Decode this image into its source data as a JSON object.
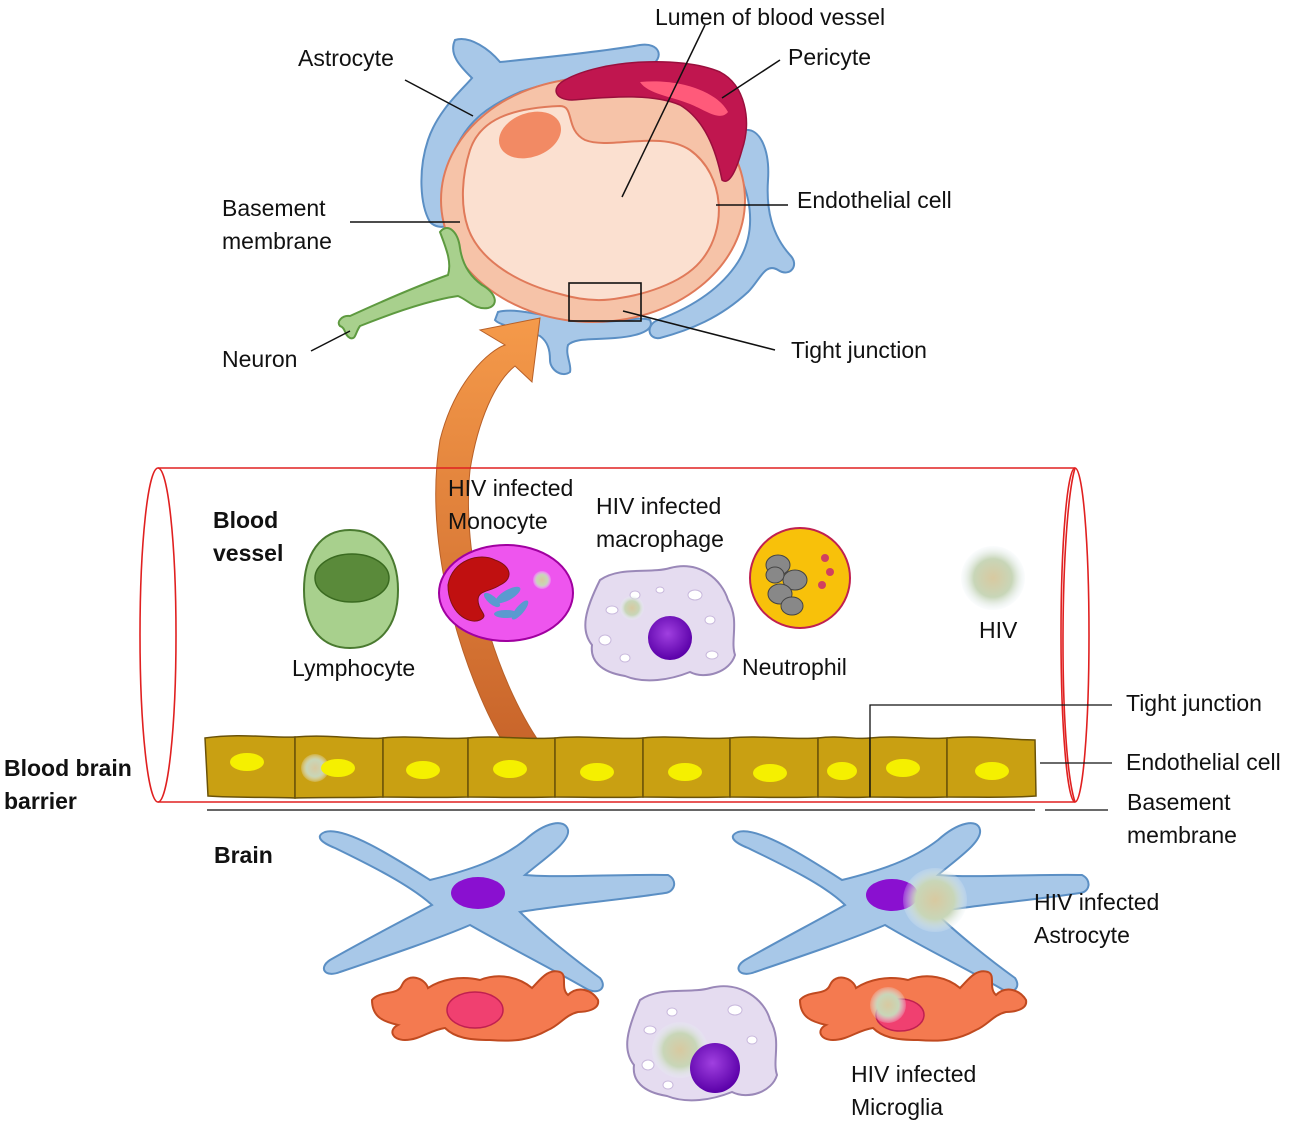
{
  "top_view": {
    "lumen": "Lumen of blood vessel",
    "astrocyte": "Astrocyte",
    "pericyte": "Pericyte",
    "basement_membrane": [
      "Basement",
      "membrane"
    ],
    "endothelial_cell": "Endothelial cell",
    "neuron": "Neuron",
    "tight_junction": "Tight junction"
  },
  "vessel_section": {
    "blood_vessel": [
      "Blood",
      "vessel"
    ],
    "hiv_monocyte": [
      "HIV infected",
      "Monocyte"
    ],
    "hiv_macrophage": [
      "HIV infected",
      "macrophage"
    ],
    "lymphocyte": "Lymphocyte",
    "neutrophil": "Neutrophil",
    "hiv": "HIV"
  },
  "barrier_section": {
    "bbb": [
      "Blood brain",
      "barrier"
    ],
    "tight_junction": "Tight junction",
    "endothelial_cell": "Endothelial cell",
    "basement_membrane": [
      "Basement",
      "membrane"
    ]
  },
  "brain_section": {
    "brain": "Brain",
    "hiv_astrocyte": [
      "HIV infected",
      "Astrocyte"
    ],
    "hiv_microglia": [
      "HIV infected",
      "Microglia"
    ]
  },
  "colors": {
    "astrocyte": "#a8c8e8",
    "astrocyte_stroke": "#5b8fc4",
    "endothelium_top": "#f6c3a8",
    "lumen": "#fbe0d0",
    "pericyte": "#c0164f",
    "neuron": "#a8d08d",
    "vessel_outline": "#e02020",
    "endothelial_cell": "#c9a012",
    "nucleus": "#f5f000",
    "arrow": "#f08a3c",
    "microglia": "#f47a50",
    "nucleus_purple": "#8a10d0",
    "hiv": "#d9e4c8"
  }
}
